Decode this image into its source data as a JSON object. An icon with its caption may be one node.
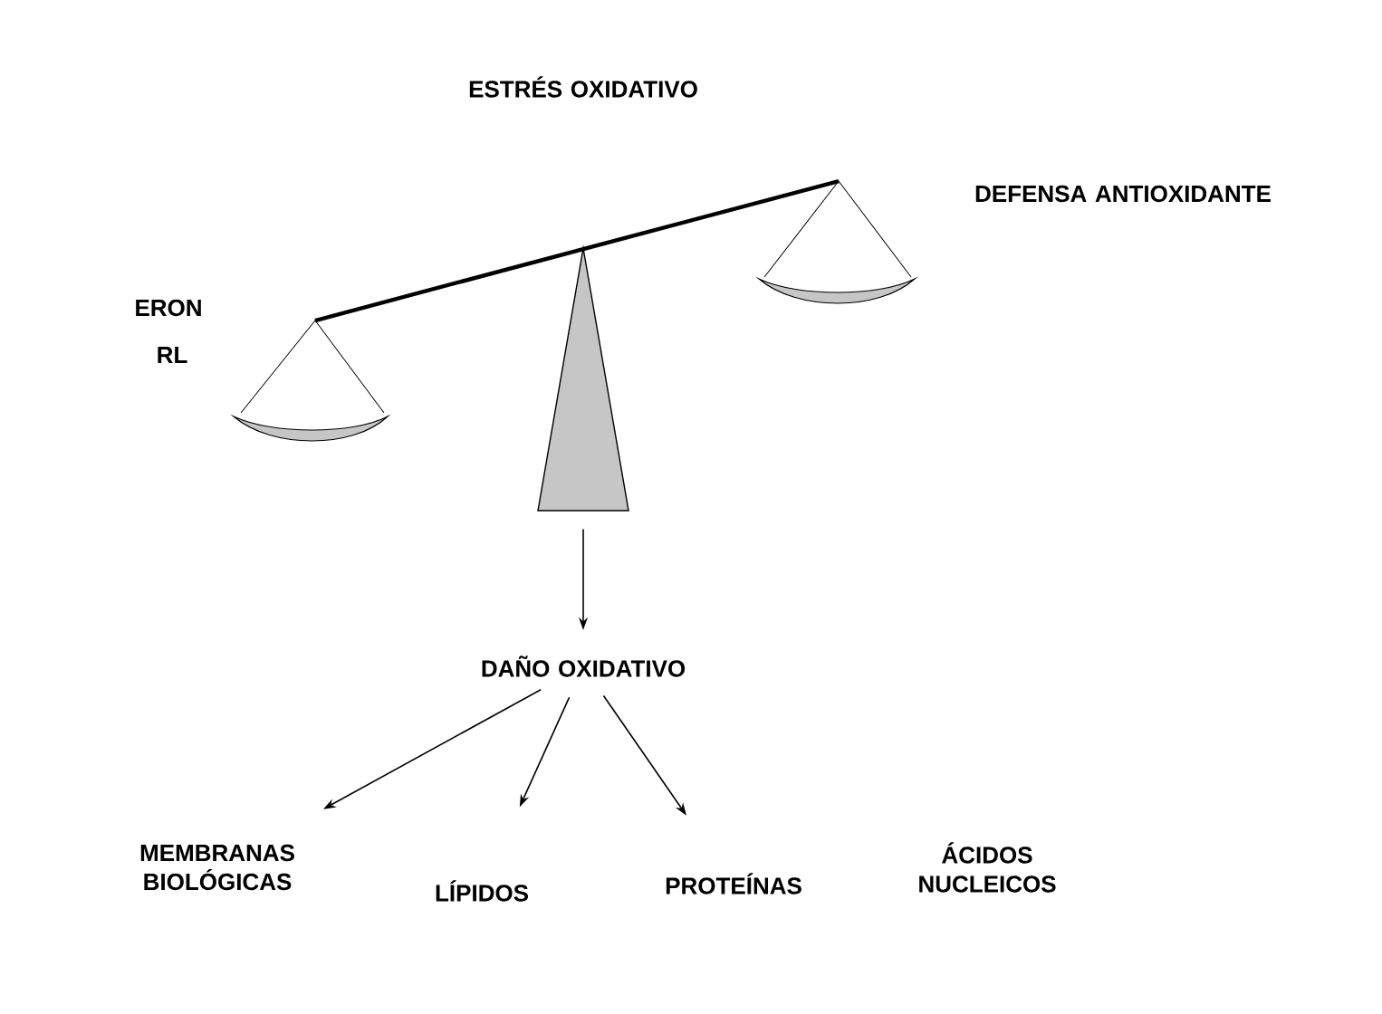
{
  "diagram": {
    "nodes": [
      {
        "text": [],
        "shape": "triangle"
      },
      {
        "text": [
          "DAÑO OXIDATIVO"
        ]
      },
      {
        "text": [
          "MEMBRANAS BIOLÓGICAS"
        ]
      },
      {
        "text": [
          "LÍPIDOS"
        ]
      },
      {
        "text": [
          "PROTEÍNAS"
        ]
      },
      {
        "text": [
          "ÁCIDOS NUCLEICOS"
        ]
      }
    ],
    "edges": [
      {
        "from": 0,
        "to": 1,
        "arrow": "to"
      },
      {
        "from": 1,
        "to": 2,
        "arrow": "to"
      },
      {
        "from": 1,
        "to": 3,
        "arrow": "to"
      },
      {
        "from": 1,
        "to": 4,
        "arrow": "to"
      }
    ],
    "labels": [
      "ESTRÉS OXIDATIVO",
      "DEFENSA ANTIOXIDANTE",
      "ERON",
      "RL"
    ]
  }
}
